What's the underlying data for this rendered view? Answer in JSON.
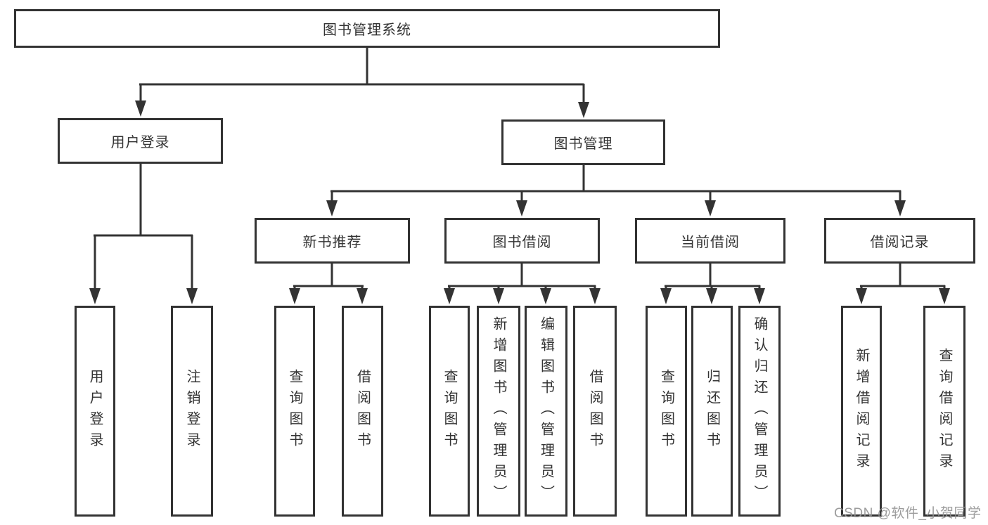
{
  "root": {
    "label": "图书管理系统"
  },
  "branches": {
    "user_login": {
      "label": "用户登录",
      "children": [
        "用户登录",
        "注销登录"
      ]
    },
    "book_management": {
      "label": "图书管理"
    }
  },
  "modules": [
    {
      "label": "新书推荐",
      "children": [
        "查询图书",
        "借阅图书"
      ]
    },
    {
      "label": "图书借阅",
      "children": [
        "查询图书",
        "新增图书（管理员）",
        "编辑图书（管理员）",
        "借阅图书"
      ]
    },
    {
      "label": "当前借阅",
      "children": [
        "查询图书",
        "归还图书",
        "确认归还（管理员）"
      ]
    },
    {
      "label": "借阅记录",
      "children": [
        "新增借阅记录",
        "查询借阅记录"
      ]
    }
  ],
  "watermark": {
    "text": "CSDN @软件_小贺同学",
    "color": "#949494"
  },
  "colors": {
    "line": "#333333",
    "text": "#333333",
    "background": "#ffffff"
  }
}
